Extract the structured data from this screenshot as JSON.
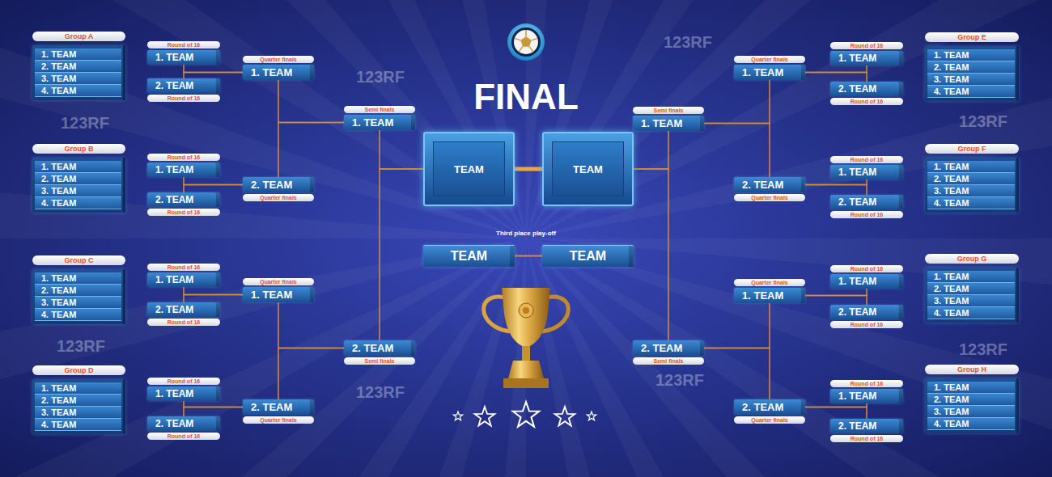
{
  "diagram": {
    "title": "FINAL",
    "nodes": [
      {
        "text": [
          "Group A"
        ]
      },
      {
        "text": [
          "1. TEAM"
        ],
        "in": 0
      },
      {
        "text": [
          "2. TEAM"
        ],
        "in": 0
      },
      {
        "text": [
          "3. TEAM"
        ],
        "in": 0
      },
      {
        "text": [
          "4. TEAM"
        ],
        "in": 0
      },
      {
        "text": [
          "Group B"
        ]
      },
      {
        "text": [
          "1. TEAM"
        ],
        "in": 5
      },
      {
        "text": [
          "2. TEAM"
        ],
        "in": 5
      },
      {
        "text": [
          "3. TEAM"
        ],
        "in": 5
      },
      {
        "text": [
          "4. TEAM"
        ],
        "in": 5
      },
      {
        "text": [
          "Group C"
        ]
      },
      {
        "text": [
          "1. TEAM"
        ],
        "in": 10
      },
      {
        "text": [
          "2. TEAM"
        ],
        "in": 10
      },
      {
        "text": [
          "3. TEAM"
        ],
        "in": 10
      },
      {
        "text": [
          "4. TEAM"
        ],
        "in": 10
      },
      {
        "text": [
          "Group D"
        ]
      },
      {
        "text": [
          "1. TEAM"
        ],
        "in": 15
      },
      {
        "text": [
          "2. TEAM"
        ],
        "in": 15
      },
      {
        "text": [
          "3. TEAM"
        ],
        "in": 15
      },
      {
        "text": [
          "4. TEAM"
        ],
        "in": 15
      },
      {
        "text": [
          "Group E"
        ]
      },
      {
        "text": [
          "1. TEAM"
        ],
        "in": 20
      },
      {
        "text": [
          "2. TEAM"
        ],
        "in": 20
      },
      {
        "text": [
          "3. TEAM"
        ],
        "in": 20
      },
      {
        "text": [
          "4. TEAM"
        ],
        "in": 20
      },
      {
        "text": [
          "Group F"
        ]
      },
      {
        "text": [
          "1. TEAM"
        ],
        "in": 25
      },
      {
        "text": [
          "2. TEAM"
        ],
        "in": 25
      },
      {
        "text": [
          "3. TEAM"
        ],
        "in": 25
      },
      {
        "text": [
          "4. TEAM"
        ],
        "in": 25
      },
      {
        "text": [
          "Group G"
        ]
      },
      {
        "text": [
          "1. TEAM"
        ],
        "in": 30
      },
      {
        "text": [
          "2. TEAM"
        ],
        "in": 30
      },
      {
        "text": [
          "3. TEAM"
        ],
        "in": 30
      },
      {
        "text": [
          "4. TEAM"
        ],
        "in": 30
      },
      {
        "text": [
          "Group H"
        ]
      },
      {
        "text": [
          "1. TEAM"
        ],
        "in": 35
      },
      {
        "text": [
          "2. TEAM"
        ],
        "in": 35
      },
      {
        "text": [
          "3. TEAM"
        ],
        "in": 35
      },
      {
        "text": [
          "4. TEAM"
        ],
        "in": 35
      },
      {
        "text": [
          "Round of 16",
          "1. TEAM"
        ]
      },
      {
        "text": [
          "2. TEAM",
          "Round of 16"
        ]
      },
      {
        "text": [
          "Round of 16",
          "1. TEAM"
        ]
      },
      {
        "text": [
          "2. TEAM",
          "Round of 16"
        ]
      },
      {
        "text": [
          "Round of 16",
          "1. TEAM"
        ]
      },
      {
        "text": [
          "2. TEAM",
          "Round of 16"
        ]
      },
      {
        "text": [
          "Round of 16",
          "1. TEAM"
        ]
      },
      {
        "text": [
          "2. TEAM",
          "Round of 16"
        ]
      },
      {
        "text": [
          "Round of 16",
          "1. TEAM"
        ]
      },
      {
        "text": [
          "2. TEAM",
          "Round of 16"
        ]
      },
      {
        "text": [
          "Round of 16",
          "1. TEAM"
        ]
      },
      {
        "text": [
          "2. TEAM",
          "Round of 16"
        ]
      },
      {
        "text": [
          "Round of 16",
          "1. TEAM"
        ]
      },
      {
        "text": [
          "2. TEAM",
          "Round of 16"
        ]
      },
      {
        "text": [
          "Round of 16",
          "1. TEAM"
        ]
      },
      {
        "text": [
          "2. TEAM",
          "Round of 16"
        ]
      },
      {
        "text": [
          "Quarter finals",
          "1. TEAM"
        ]
      },
      {
        "text": [
          "2. TEAM",
          "Quarter finals"
        ]
      },
      {
        "text": [
          "Quarter finals",
          "1. TEAM"
        ]
      },
      {
        "text": [
          "2. TEAM",
          "Quarter finals"
        ]
      },
      {
        "text": [
          "Quarter finals",
          "1. TEAM"
        ]
      },
      {
        "text": [
          "2. TEAM",
          "Quarter finals"
        ]
      },
      {
        "text": [
          "Quarter finals",
          "1. TEAM"
        ]
      },
      {
        "text": [
          "2. TEAM",
          "Quarter finals"
        ]
      },
      {
        "text": [
          "Semi finals",
          "1. TEAM"
        ]
      },
      {
        "text": [
          "2. TEAM",
          "Semi finals"
        ]
      },
      {
        "text": [
          "Semi finals",
          "1. TEAM"
        ]
      },
      {
        "text": [
          "2. TEAM",
          "Semi finals"
        ]
      },
      {
        "text": [
          "TEAM"
        ]
      },
      {
        "text": [
          "TEAM"
        ]
      },
      {
        "text": [
          "TEAM"
        ]
      },
      {
        "text": [
          "TEAM"
        ]
      }
    ],
    "edges": [
      {
        "from": 40,
        "to": 56,
        "arrow": "none"
      },
      {
        "from": 41,
        "to": 56,
        "arrow": "none"
      },
      {
        "from": 42,
        "to": 57,
        "arrow": "none"
      },
      {
        "from": 43,
        "to": 57,
        "arrow": "none"
      },
      {
        "from": 44,
        "to": 58,
        "arrow": "none"
      },
      {
        "from": 45,
        "to": 58,
        "arrow": "none"
      },
      {
        "from": 46,
        "to": 59,
        "arrow": "none"
      },
      {
        "from": 47,
        "to": 59,
        "arrow": "none"
      },
      {
        "from": 48,
        "to": 60,
        "arrow": "none"
      },
      {
        "from": 49,
        "to": 60,
        "arrow": "none"
      },
      {
        "from": 50,
        "to": 61,
        "arrow": "none"
      },
      {
        "from": 51,
        "to": 61,
        "arrow": "none"
      },
      {
        "from": 52,
        "to": 62,
        "arrow": "none"
      },
      {
        "from": 53,
        "to": 62,
        "arrow": "none"
      },
      {
        "from": 54,
        "to": 63,
        "arrow": "none"
      },
      {
        "from": 55,
        "to": 63,
        "arrow": "none"
      },
      {
        "from": 56,
        "to": 64,
        "arrow": "none"
      },
      {
        "from": 57,
        "to": 64,
        "arrow": "none"
      },
      {
        "from": 58,
        "to": 65,
        "arrow": "none"
      },
      {
        "from": 59,
        "to": 65,
        "arrow": "none"
      },
      {
        "from": 60,
        "to": 66,
        "arrow": "none"
      },
      {
        "from": 61,
        "to": 66,
        "arrow": "none"
      },
      {
        "from": 62,
        "to": 67,
        "arrow": "none"
      },
      {
        "from": 63,
        "to": 67,
        "arrow": "none"
      },
      {
        "from": 64,
        "to": 68,
        "arrow": "none"
      },
      {
        "from": 65,
        "to": 68,
        "arrow": "none"
      },
      {
        "from": 66,
        "to": 69,
        "arrow": "none"
      },
      {
        "from": 67,
        "to": 69,
        "arrow": "none"
      },
      {
        "from": 68,
        "to": 69,
        "arrow": "none"
      },
      {
        "from": 70,
        "to": 71,
        "arrow": "none"
      }
    ],
    "labels": [
      "Third place play-off",
      "123RF",
      "123RF",
      "123RF",
      "123RF",
      "123RF",
      "123RF",
      "123RF",
      "123RF"
    ]
  }
}
